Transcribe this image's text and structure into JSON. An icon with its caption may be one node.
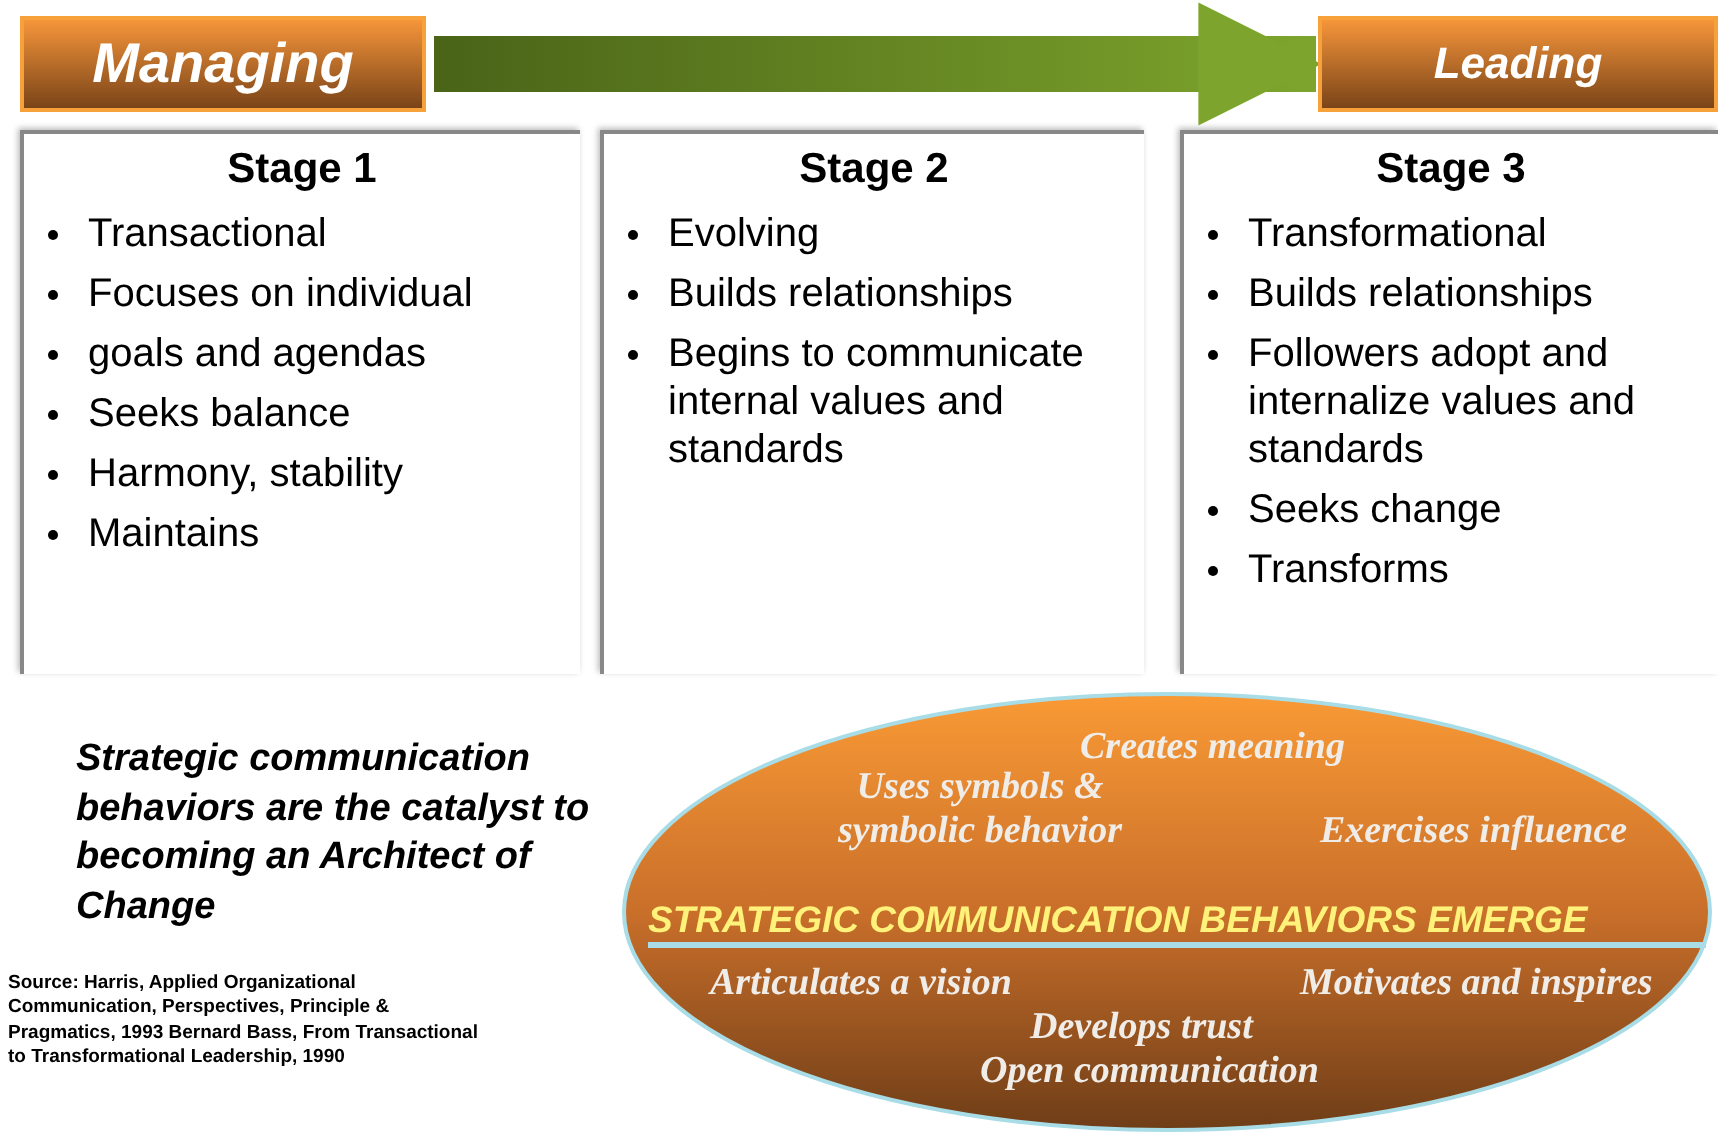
{
  "diagram": {
    "nodes": [
      {
        "text": [
          "Managing"
        ]
      },
      {
        "text": [
          "Leading"
        ]
      },
      {
        "text": [
          "Stage 1",
          "Transactional",
          "Focuses on individual",
          "goals and agendas",
          "Seeks balance",
          "Harmony, stability",
          "Maintains"
        ]
      },
      {
        "text": [
          "Stage 2",
          "Evolving",
          "Builds relationships",
          "Begins to communicate internal values and standards"
        ]
      },
      {
        "text": [
          "Stage 3",
          "Transformational",
          "Builds relationships",
          "Followers adopt and internalize values and standards",
          "Seeks change",
          "Transforms"
        ]
      },
      {
        "text": [
          "Creates meaning",
          "Uses symbols & symbolic behavior",
          "Exercises influence",
          "STRATEGIC COMMUNICATION BEHAVIORS EMERGE",
          "Articulates a vision",
          "Motivates and inspires",
          "Develops trust",
          "Open communication"
        ]
      }
    ],
    "edges": [
      {
        "from": 0,
        "to": 1,
        "arrow": "to",
        "style": "thick"
      }
    ],
    "labels": [
      "Strategic communication behaviors are the catalyst to becoming an Architect of Change",
      "Source: Harris, Applied Organizational Communication, Perspectives, Principle & Pragmatics, 1993 Bernard Bass, From Transactional to Transformational Leadership, 1990"
    ]
  }
}
